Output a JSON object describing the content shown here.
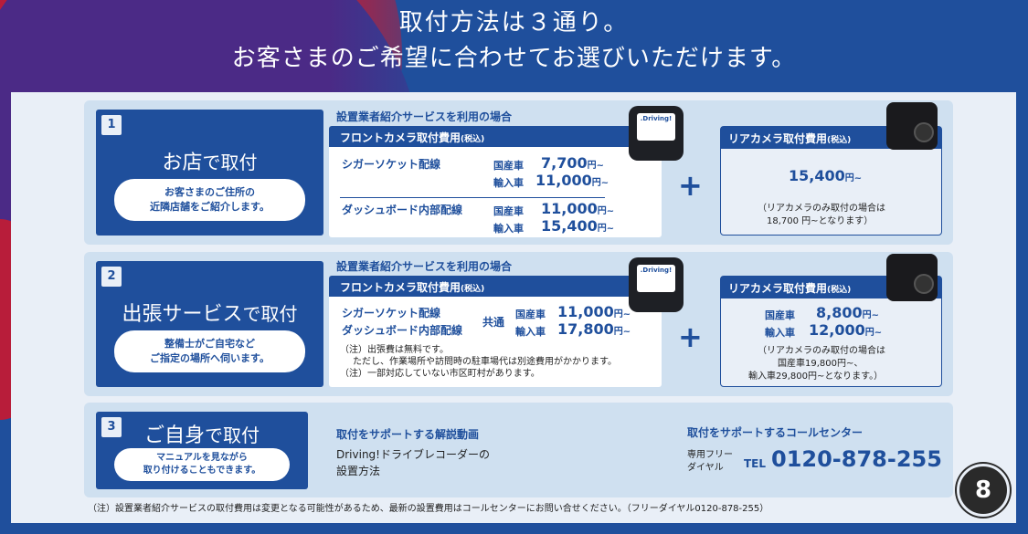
{
  "hero": {
    "line1": "取付方法は３通り。",
    "line2": "お客さまのご希望に合わせてお選びいただけます。"
  },
  "rows": [
    {
      "num": "1",
      "title_big": "お店",
      "title_small": "で取付",
      "pill": "お客さまのご住所の\n近隣店舗をご紹介します。",
      "section_label": "設置業者紹介サービスを利用の場合",
      "front_head": "フロントカメラ取付費用",
      "front_head_tax": "(税込)",
      "items": [
        {
          "name": "シガーソケット配線",
          "a_label": "国産車",
          "a_price": "7,700",
          "b_label": "輸入車",
          "b_price": "11,000"
        },
        {
          "name": "ダッシュボード内部配線",
          "a_label": "国産車",
          "a_price": "11,000",
          "b_label": "輸入車",
          "b_price": "15,400"
        }
      ],
      "unit": "円~",
      "rear_head": "リアカメラ取付費用",
      "rear_head_tax": "(税込)",
      "rear_price": "15,400",
      "rear_note1": "（リアカメラのみ取付の場合は",
      "rear_note2": "18,700 円~となります）"
    },
    {
      "num": "2",
      "title_big": "出張サービス",
      "title_small": "で取付",
      "pill": "整備士がご自宅など\nご指定の場所へ伺います。",
      "section_label": "設置業者紹介サービスを利用の場合",
      "front_head": "フロントカメラ取付費用",
      "front_head_tax": "(税込)",
      "item1": "シガーソケット配線",
      "item2": "ダッシュボード内部配線",
      "common": "共通",
      "a_label": "国産車",
      "a_price": "11,000",
      "b_label": "輸入車",
      "b_price": "17,800",
      "note1": "（注）出張費は無料です。",
      "note2": "ただし、作業場所や訪問時の駐車場代は別途費用がかかります。",
      "note3": "（注）一部対応していない市区町村があります。",
      "rear_head": "リアカメラ取付費用",
      "rear_head_tax": "(税込)",
      "rear_a_label": "国産車",
      "rear_a_price": "8,800",
      "rear_b_label": "輸入車",
      "rear_b_price": "12,000",
      "rear_note1": "（リアカメラのみ取付の場合は",
      "rear_note2": "国産車19,800円~、",
      "rear_note3": "輸入車29,800円~となります。）"
    },
    {
      "num": "3",
      "title_big": "ご自身",
      "title_small": "で取付",
      "pill": "マニュアルを見ながら\n取り付けることもできます。",
      "video_title": "取付をサポートする解説動画",
      "video_line1": "Driving!ドライブレコーダーの",
      "video_line2": "設置方法",
      "call_title": "取付をサポートするコールセンター",
      "call_label1": "専用フリー",
      "call_label2": "ダイヤル",
      "tel_prefix": "TEL",
      "tel": "0120-878-255"
    }
  ],
  "device_label": ".Driving!",
  "page_badge": "8",
  "footnote": "（注）設置業者紹介サービスの取付費用は変更となる可能性があるため、最新の設置費用はコールセンターにお問い合せください。（フリーダイヤル0120‐878‐255）"
}
